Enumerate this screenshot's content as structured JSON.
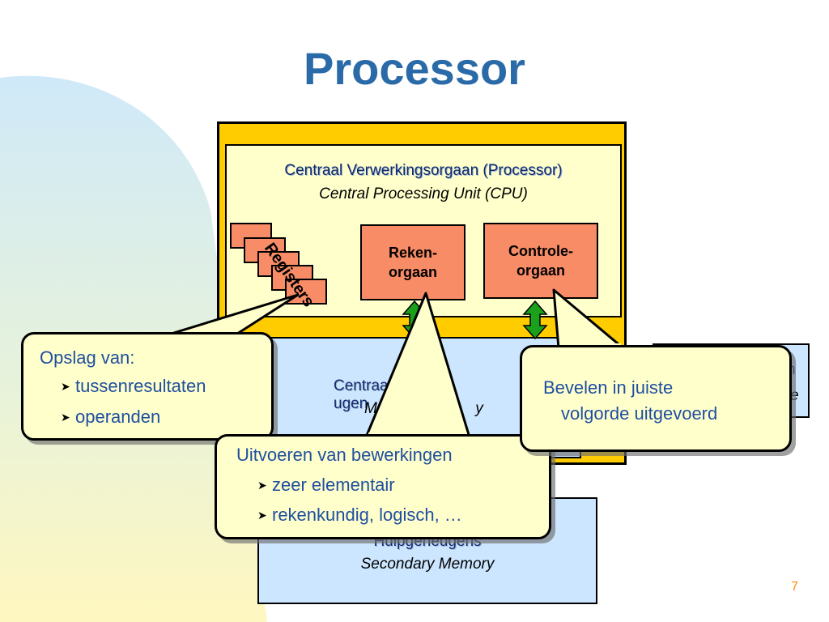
{
  "title": "Processor",
  "slide_number": "7",
  "colors": {
    "title": "#2a6aa8",
    "computer_box": "#ffcc00",
    "cpu_box": "#ffffcc",
    "unit_box": "#f88c66",
    "memory_box": "#cce6ff",
    "callout_bg": "#ffffcc",
    "callout_text": "#1f4fa0",
    "bus_arrow": "#1aa01a"
  },
  "cpu": {
    "title_nl": "Centraal Verwerkingsorgaan (Processor)",
    "title_en": "Central Processing Unit (CPU)"
  },
  "registers_label": "Registers",
  "units": {
    "reken": [
      "Reken-",
      "orgaan"
    ],
    "controle": [
      "Controle-",
      "orgaan"
    ]
  },
  "main_memory": {
    "nl_visible": "Centraal",
    "nl_visible_2": "ugen",
    "en_visible": "Main",
    "en_visible_2": "y"
  },
  "io_fragments": {
    "line1": "n",
    "line2": "e"
  },
  "secondary_memory": {
    "nl": "Hulpgeheugens",
    "en": "Secondary Memory"
  },
  "callouts": {
    "opslag": {
      "heading": "Opslag van:",
      "items": [
        "tussenresultaten",
        "operanden"
      ]
    },
    "bewerkingen": {
      "heading": "Uitvoeren van bewerkingen",
      "items": [
        "zeer elementair",
        "rekenkundig, logisch, …"
      ]
    },
    "bevelen": {
      "line1": "Bevelen in juiste",
      "line2": "volgorde uitgevoerd"
    }
  },
  "bullet_icon": "arrowhead-bullet-icon"
}
